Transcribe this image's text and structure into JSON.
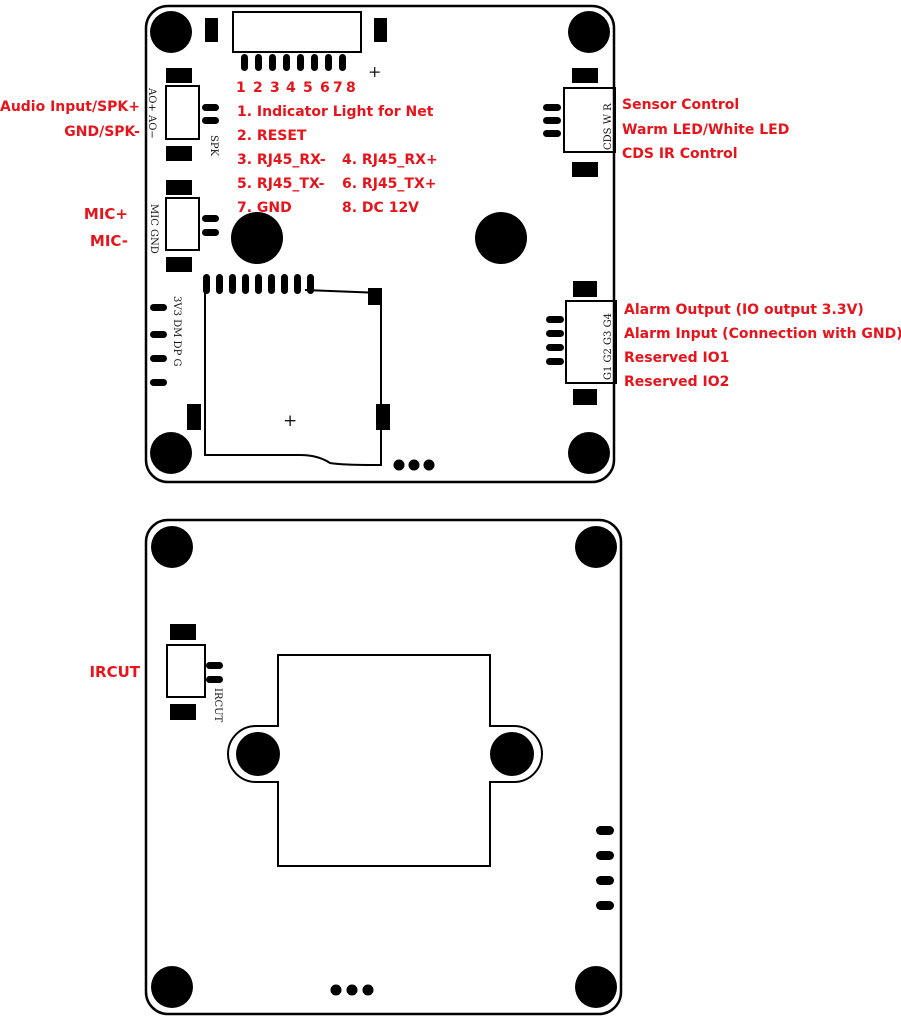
{
  "colors": {
    "label": "#e8141b",
    "outline": "#000000",
    "pad": "#000000",
    "background": "#ffffff"
  },
  "top_board": {
    "pin_numbers": [
      "1",
      "2",
      "3",
      "4",
      "5",
      "6",
      "7",
      "8"
    ],
    "connector_plus": "+",
    "pin_legend": [
      "1. Indicator Light for Net",
      "2. RESET",
      "3. RJ45_RX-",
      "4. RJ45_RX+",
      "5. RJ45_TX-",
      "6. RJ45_TX+",
      "7. GND",
      "8. DC 12V"
    ],
    "audio": {
      "labels": [
        "Audio Input/SPK+",
        "GND/SPK-"
      ],
      "silk_pins": "AO+ AO−",
      "silk_name": "SPK"
    },
    "mic": {
      "labels": [
        "MIC+",
        "MIC-"
      ],
      "silk": "MIC GND"
    },
    "sensor": {
      "labels": [
        "Sensor Control",
        "Warm LED/White LED",
        "CDS IR Control"
      ],
      "silk": "CDS W R"
    },
    "alarm": {
      "labels": [
        "Alarm Output (IO output 3.3V)",
        "Alarm Input (Connection with GND)",
        "Reserved IO1",
        "Reserved IO2"
      ],
      "silk": "G1 G2 G3 G4"
    },
    "usb_silk": "3V3 DM DP G",
    "card_plus": "+"
  },
  "bottom_board": {
    "ircut": {
      "label": "IRCUT",
      "silk": "IRCUT"
    }
  }
}
